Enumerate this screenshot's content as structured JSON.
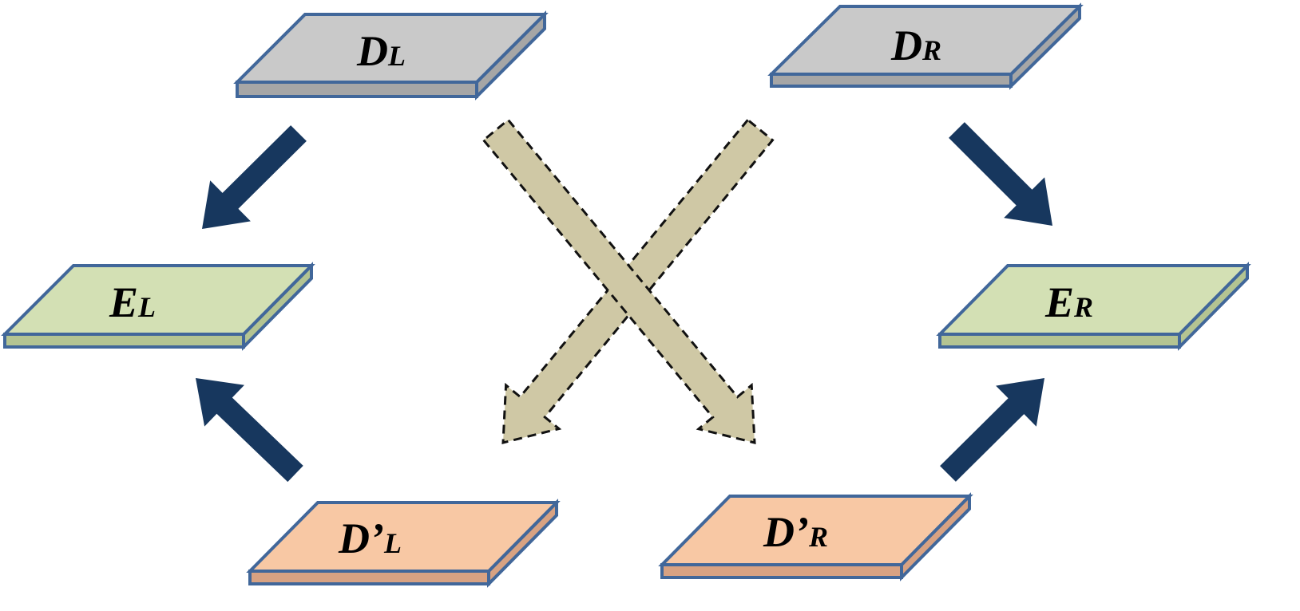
{
  "colors": {
    "outline": "#41679a",
    "gray_face": "#c9c9c9",
    "gray_edge": "#a6a6a6",
    "green_face": "#d3e0b4",
    "green_edge": "#b4c492",
    "orange_face": "#f8c8a4",
    "orange_edge": "#d8a282",
    "dark_arrow": "#17375e",
    "cross_arrow_fill": "#cfc8a5",
    "cross_arrow_outline": "#111111"
  },
  "plates": [
    {
      "id": "d-left",
      "main": "D",
      "sub": "L",
      "color": "gray"
    },
    {
      "id": "d-right",
      "main": "D",
      "sub": "R",
      "color": "gray"
    },
    {
      "id": "e-left",
      "main": "E",
      "sub": "L",
      "color": "green"
    },
    {
      "id": "e-right",
      "main": "E",
      "sub": "R",
      "color": "green"
    },
    {
      "id": "d-prime-left",
      "main": "D’",
      "sub": "L",
      "color": "orange"
    },
    {
      "id": "d-prime-right",
      "main": "D’",
      "sub": "R",
      "color": "orange"
    }
  ],
  "arrows": [
    {
      "id": "dl-to-el",
      "style": "solid-dark"
    },
    {
      "id": "dr-to-er",
      "style": "solid-dark"
    },
    {
      "id": "dprimel-to-el",
      "style": "solid-dark"
    },
    {
      "id": "dprimer-to-er",
      "style": "solid-dark"
    },
    {
      "id": "cross-dr-to-bottom-left",
      "style": "dashed-khaki"
    },
    {
      "id": "cross-dl-to-bottom-right",
      "style": "dashed-khaki"
    }
  ]
}
